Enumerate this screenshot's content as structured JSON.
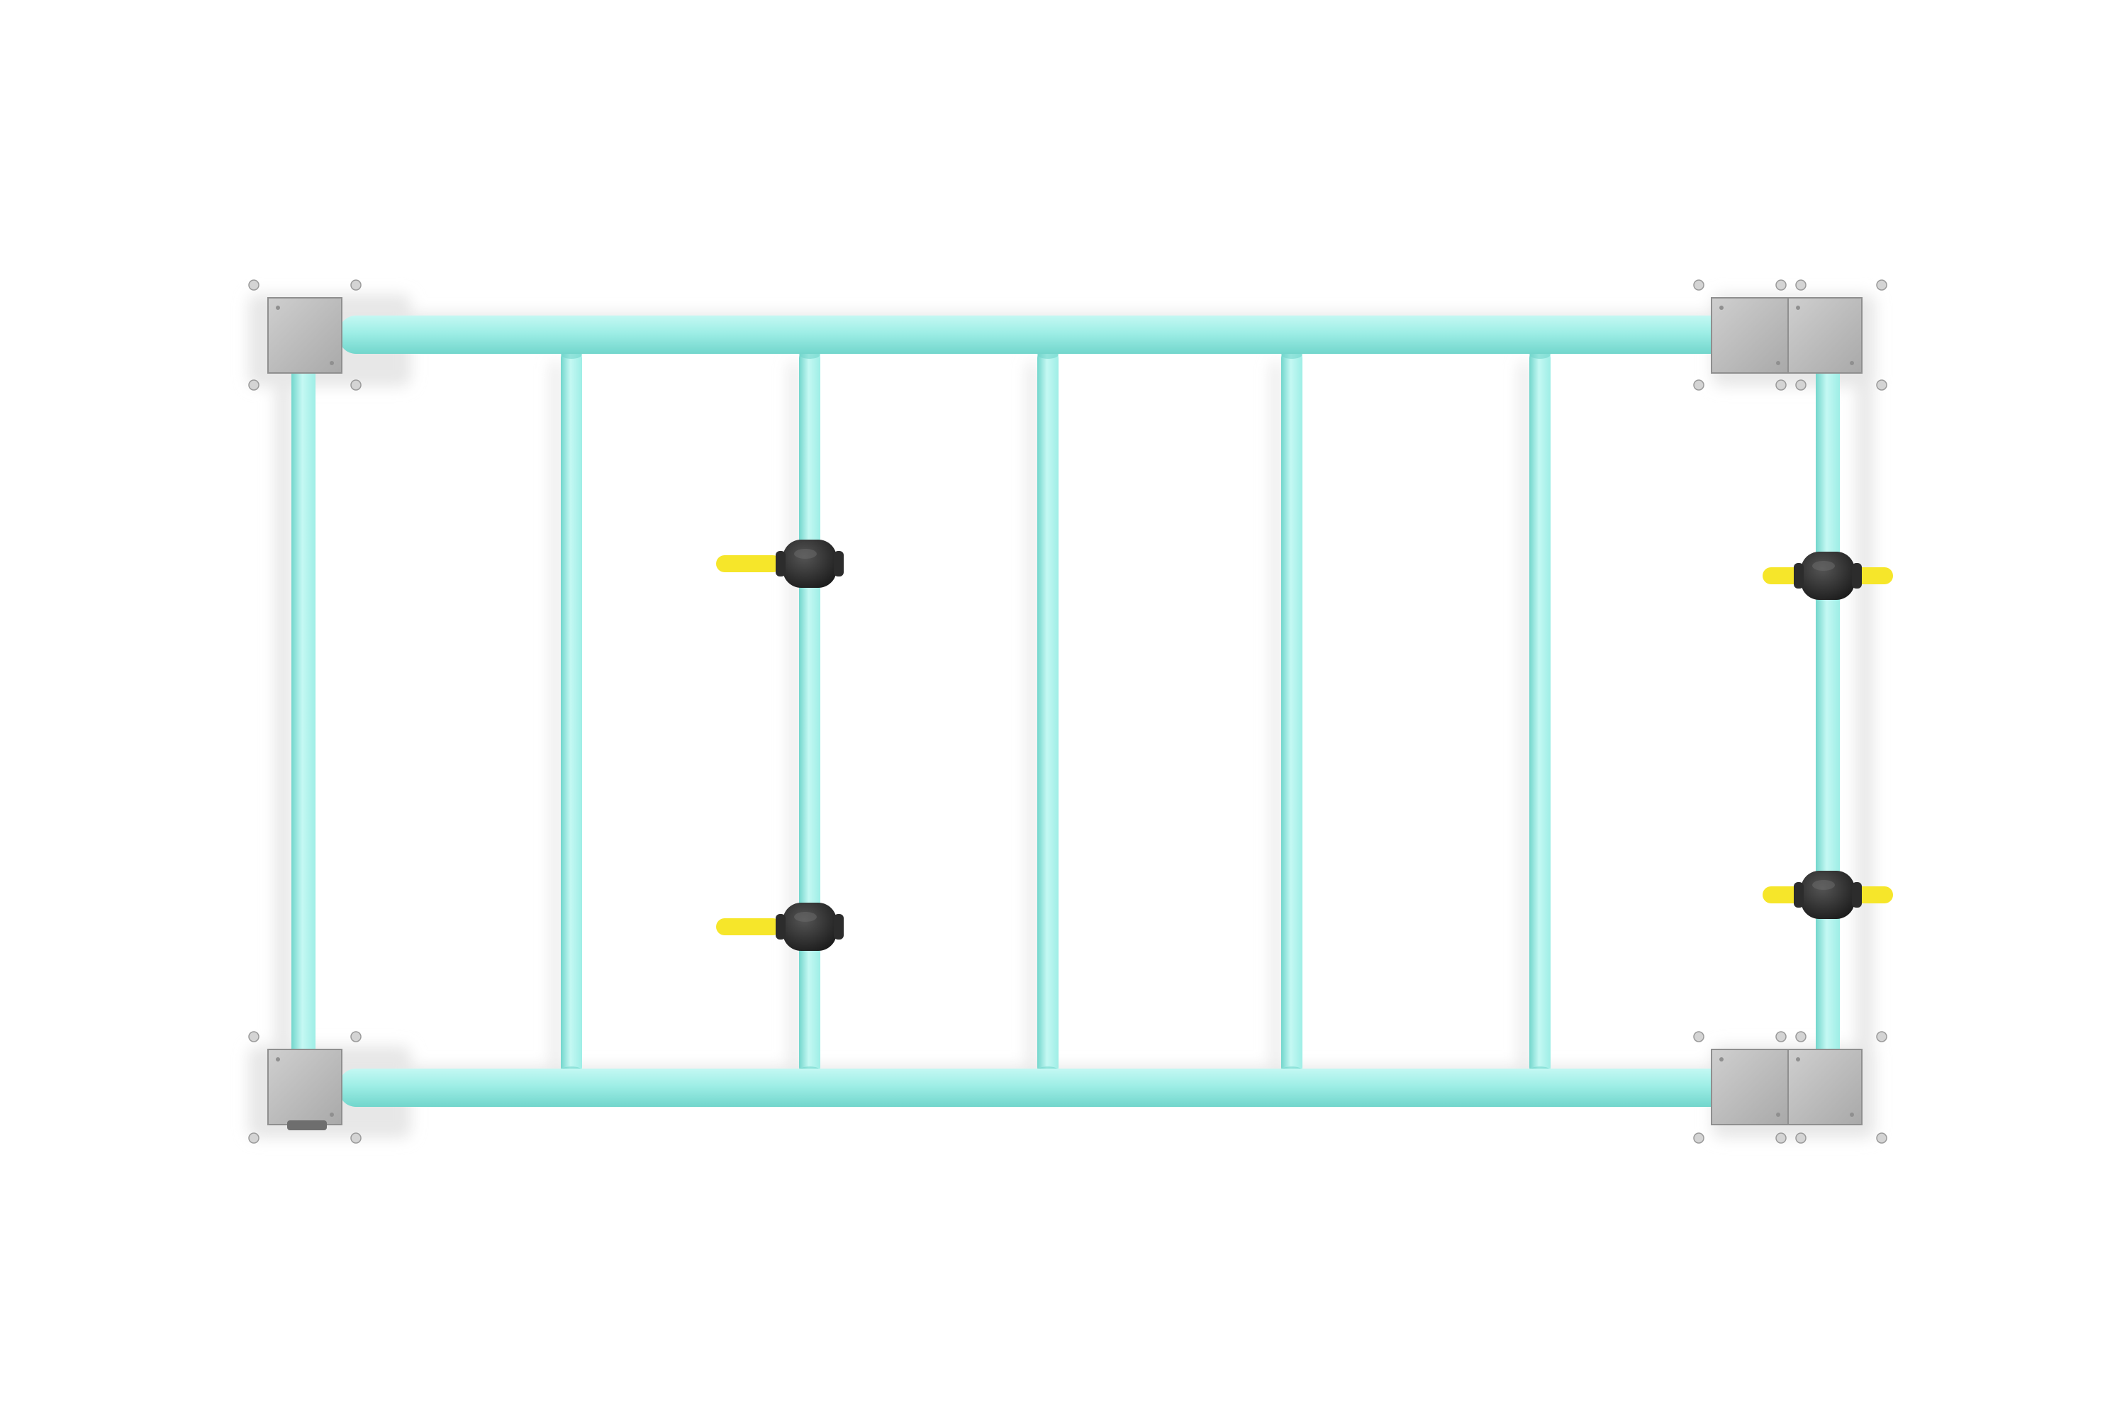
{
  "scene": {
    "subject": "",
    "background_color": "#ffffff",
    "colors": {
      "tube": "#9eeee6",
      "tube_highlight": "#c4f8f3",
      "tube_shadow": "#72d6cc",
      "plate": "#bdbdbd",
      "plate_edge": "#8f8f8f",
      "bolt": "#d4d4d4",
      "clamp": "#2c2c2c",
      "handle": "#f6e62a",
      "shadow": "#e7e7e7"
    },
    "counts": {
      "vertical_rungs": 5,
      "corner_plates": 4,
      "handles": 4
    }
  }
}
